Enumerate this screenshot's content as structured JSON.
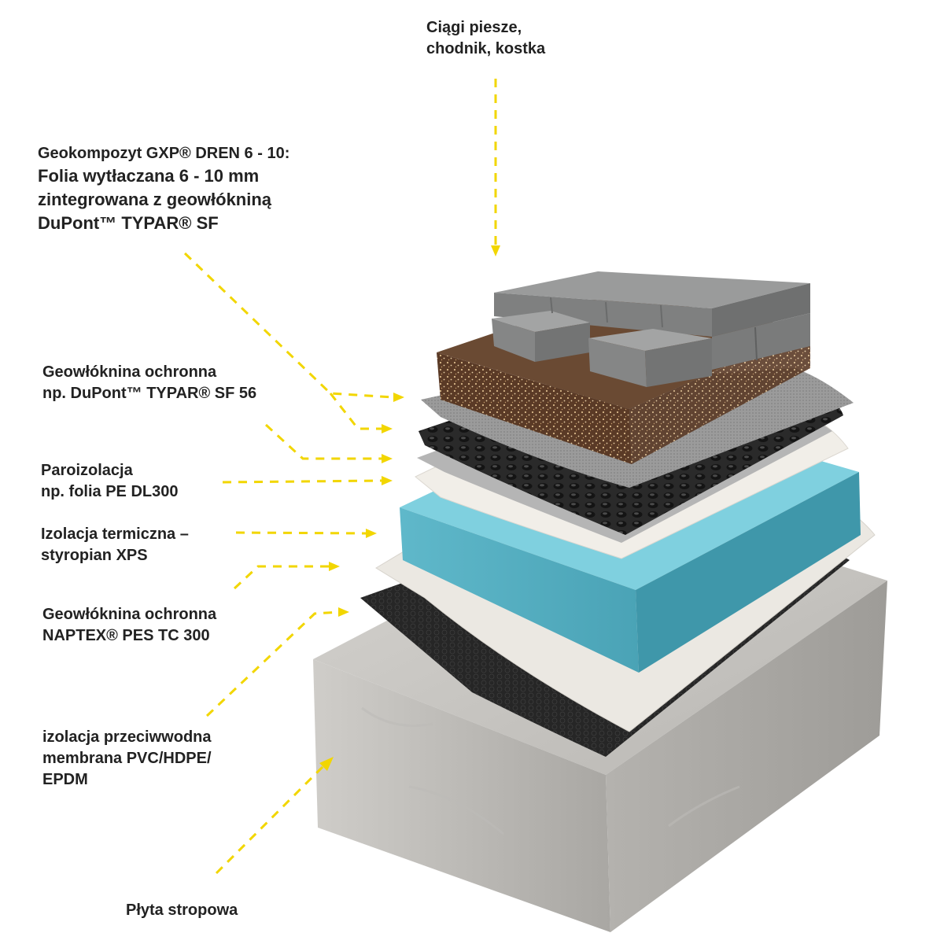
{
  "accent_color": "#f2d600",
  "labels": {
    "pedestrian": {
      "lines": [
        "Ciągi piesze,",
        "chodnik, kostka"
      ]
    },
    "geocomposite": {
      "lines": [
        "Geokompozyt GXP® DREN 6 - 10:",
        "Folia wytłaczana 6 - 10 mm",
        "zintegrowana z geowłókniną",
        "DuPont™ TYPAR® SF"
      ]
    },
    "protective_geotextile_typar": {
      "lines": [
        "Geowłóknina ochronna",
        "np. DuPont™ TYPAR® SF 56"
      ]
    },
    "vapour_barrier": {
      "lines": [
        "Paroizolacja",
        "np. folia PE DL300"
      ]
    },
    "thermal_insulation": {
      "lines": [
        "Izolacja termiczna –",
        "styropian XPS"
      ]
    },
    "protective_geotextile_naptex": {
      "lines": [
        "Geowłóknina ochronna",
        "NAPTEX® PES TC 300"
      ]
    },
    "waterproofing": {
      "lines": [
        "izolacja przeciwwodna",
        "membrana PVC/HDPE/",
        "EPDM"
      ]
    },
    "floor_slab": {
      "lines": [
        "Płyta stropowa"
      ]
    }
  },
  "layer_colors": {
    "pavers": "#8e8f8f",
    "soil": "#5e3a24",
    "geotextile": "#9a9a9a",
    "drain_membrane": "#2b2b2b",
    "foil": "#ece9e3",
    "xps": "#63bdcf",
    "waterproof_membrane": "#222222",
    "concrete": "#c9c7c3"
  }
}
